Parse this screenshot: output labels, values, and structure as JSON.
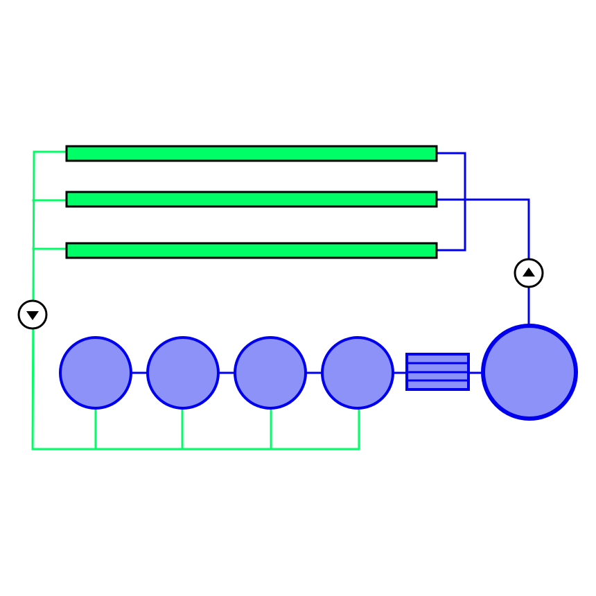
{
  "diagram": {
    "colors": {
      "background": "#ffffff",
      "return_line": "#00ff66",
      "supply_line": "#0000ee",
      "collector_fill": "#00ff66",
      "collector_stroke": "#000000",
      "tank_fill": "#8c92f8",
      "tank_stroke": "#0000ee",
      "pump_stroke": "#000000",
      "pump_fill": "#ffffff",
      "pump_arrow": "#000000"
    },
    "components": {
      "collectors": [
        "collector",
        "collector",
        "collector"
      ],
      "small_tanks": [
        "tank",
        "tank",
        "tank",
        "tank"
      ],
      "heat_exchanger": "heat-exchanger",
      "large_tank": "large-tank",
      "pumps": [
        {
          "name": "return-pump",
          "arrow": "down"
        },
        {
          "name": "supply-pump",
          "arrow": "up"
        }
      ]
    }
  }
}
